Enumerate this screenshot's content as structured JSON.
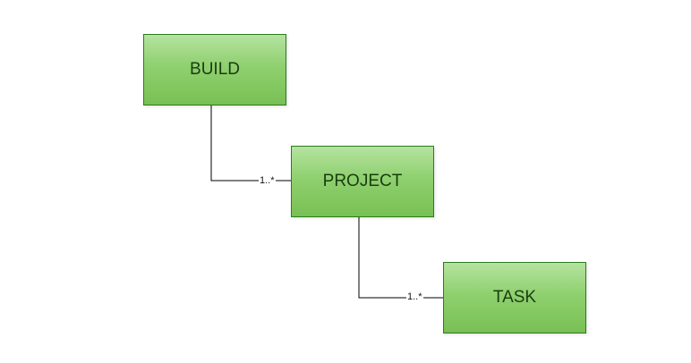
{
  "diagram": {
    "nodes": {
      "build": "BUILD",
      "project": "PROJECT",
      "task": "TASK"
    },
    "edges": [
      {
        "from": "BUILD",
        "to": "PROJECT",
        "multiplicity": "1..*"
      },
      {
        "from": "PROJECT",
        "to": "TASK",
        "multiplicity": "1..*"
      }
    ]
  },
  "colors": {
    "node_fill_top": "#b5e3a0",
    "node_fill_bottom": "#78c054",
    "node_border": "#2d7a1f",
    "connector": "#000000"
  }
}
